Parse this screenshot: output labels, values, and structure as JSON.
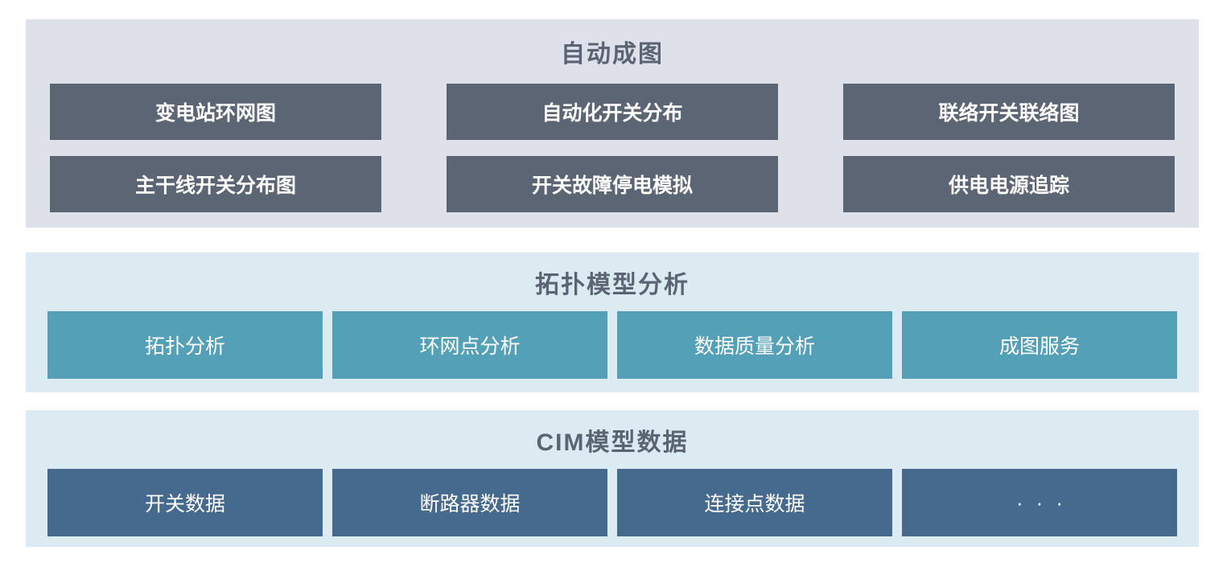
{
  "sections": {
    "auto": {
      "title": "自动成图",
      "boxes": [
        "变电站环网图",
        "自动化开关分布",
        "联络开关联络图",
        "主干线开关分布图",
        "开关故障停电模拟",
        "供电电源追踪"
      ]
    },
    "topo": {
      "title": "拓扑模型分析",
      "boxes": [
        "拓扑分析",
        "环网点分析",
        "数据质量分析",
        "成图服务"
      ]
    },
    "cim": {
      "title": "CIM模型数据",
      "boxes": [
        "开关数据",
        "断路器数据",
        "连接点数据",
        "···"
      ]
    }
  },
  "colors": {
    "auto_band_bg": "#dee1ea",
    "auto_box_bg": "#5c6573",
    "topo_band_bg": "#dcebf2",
    "topo_box_bg": "#54a0b7",
    "cim_band_bg": "#dcebf2",
    "cim_box_bg": "#46698e",
    "title_color": "#5b6472",
    "box_text_color": "#ffffff",
    "page_bg": "#ffffff"
  }
}
